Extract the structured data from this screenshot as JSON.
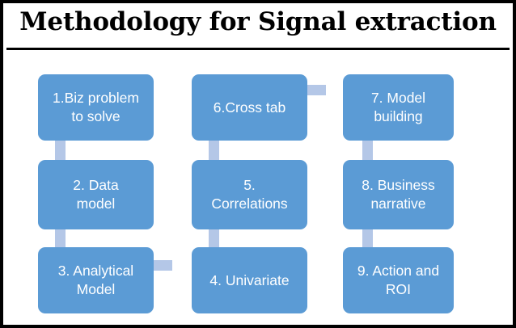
{
  "slide": {
    "title": "Methodology for Signal extraction",
    "background_color": "#FFFFFF",
    "border_color": "#000000",
    "node_fill_color": "#5B9BD5",
    "node_text_color": "#FFFFFF",
    "connector_color": "#B4C7E7"
  },
  "nodes": [
    {
      "id": "node-1",
      "label": "1.Biz problem\nto solve"
    },
    {
      "id": "node-2",
      "label": "2. Data\nmodel"
    },
    {
      "id": "node-3",
      "label": "3. Analytical\nModel"
    },
    {
      "id": "node-4",
      "label": "4. Univariate"
    },
    {
      "id": "node-5",
      "label": "5.\nCorrelations"
    },
    {
      "id": "node-6",
      "label": "6.Cross tab"
    },
    {
      "id": "node-7",
      "label": "7. Model\nbuilding"
    },
    {
      "id": "node-8",
      "label": "8. Business\nnarrative"
    },
    {
      "id": "node-9",
      "label": "9. Action and\nROI"
    }
  ],
  "connectors": [
    {
      "id": "connector-1-to-2",
      "from": "node-1",
      "to": "node-2",
      "orientation": "vertical"
    },
    {
      "id": "connector-2-to-3",
      "from": "node-2",
      "to": "node-3",
      "orientation": "vertical"
    },
    {
      "id": "connector-3-to-4",
      "from": "node-3",
      "to": "node-4",
      "orientation": "horizontal"
    },
    {
      "id": "connector-4-to-5",
      "from": "node-4",
      "to": "node-5",
      "orientation": "vertical"
    },
    {
      "id": "connector-5-to-6",
      "from": "node-5",
      "to": "node-6",
      "orientation": "vertical"
    },
    {
      "id": "connector-6-to-7",
      "from": "node-6",
      "to": "node-7",
      "orientation": "horizontal"
    },
    {
      "id": "connector-7-to-8",
      "from": "node-7",
      "to": "node-8",
      "orientation": "vertical"
    },
    {
      "id": "connector-8-to-9",
      "from": "node-8",
      "to": "node-9",
      "orientation": "vertical"
    }
  ]
}
